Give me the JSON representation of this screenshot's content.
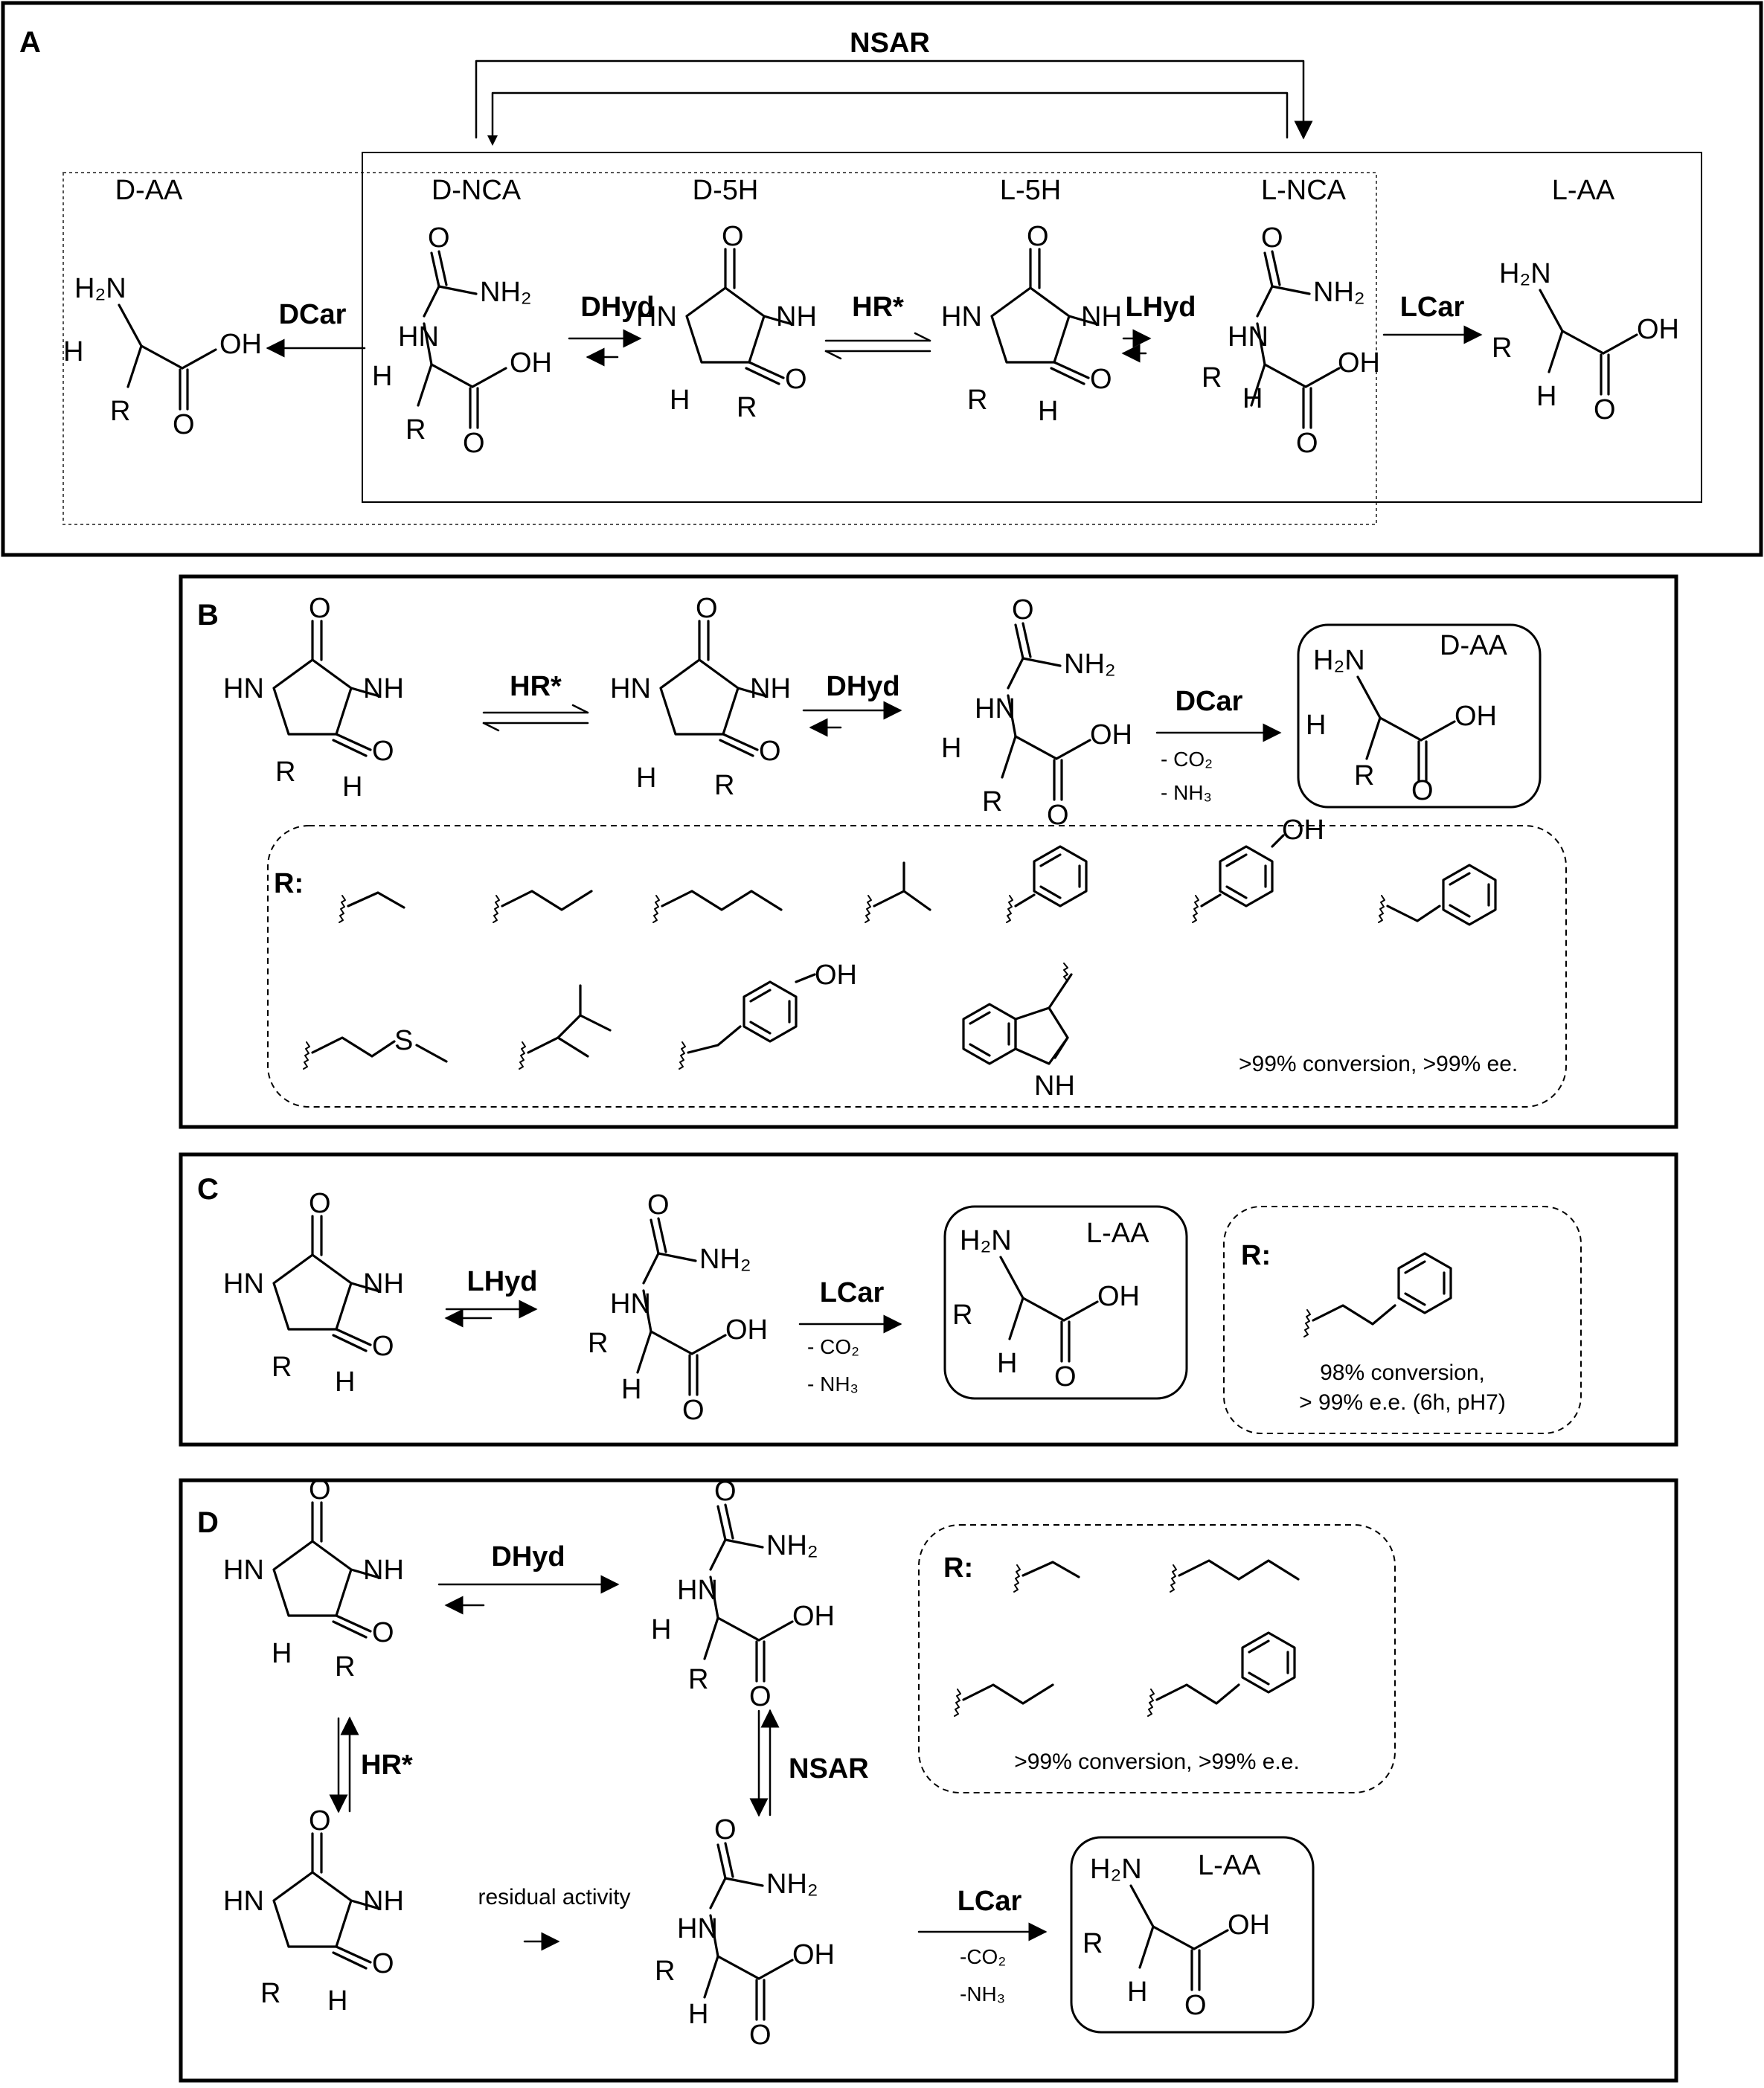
{
  "panels": {
    "A": {
      "label": "A",
      "top_enzyme": "NSAR",
      "species": [
        "D-AA",
        "D-NCA",
        "D-5H",
        "L-5H",
        "L-NCA",
        "L-AA"
      ],
      "enzymes": [
        "DCar",
        "DHyd",
        "HR*",
        "LHyd",
        "LCar"
      ]
    },
    "B": {
      "label": "B",
      "enzymes": [
        "HR*",
        "DHyd",
        "DCar"
      ],
      "byproducts": [
        "- CO₂",
        "- NH₃"
      ],
      "product_label": "D-AA",
      "r_label": "R:",
      "result": ">99% conversion, >99% ee."
    },
    "C": {
      "label": "C",
      "enzymes": [
        "LHyd",
        "LCar"
      ],
      "byproducts": [
        "- CO₂",
        "- NH₃"
      ],
      "product_label": "L-AA",
      "r_label": "R:",
      "result_1": "98% conversion,",
      "result_2": "> 99% e.e. (6h, pH7)"
    },
    "D": {
      "label": "D",
      "enzymes": [
        "DHyd",
        "HR*",
        "NSAR",
        "LCar"
      ],
      "residual": "residual activity",
      "byproducts": [
        "-CO₂",
        "-NH₃"
      ],
      "product_label": "L-AA",
      "r_label": "R:",
      "result": ">99% conversion, >99% e.e."
    }
  },
  "atoms": {
    "O": "O",
    "OH": "OH",
    "NH": "NH",
    "HN": "HN",
    "NH2": "NH₂",
    "H2N": "H₂N",
    "H": "H",
    "R": "R",
    "S": "S"
  }
}
